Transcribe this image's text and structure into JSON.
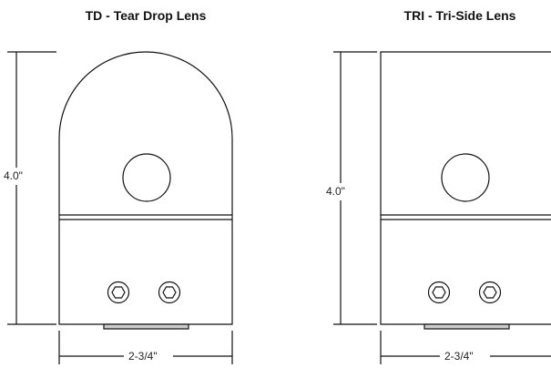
{
  "drawings": [
    {
      "title": "TD - Tear Drop Lens",
      "height_label": "4.0\"",
      "width_label": "2-3/4\""
    },
    {
      "title": "TRI - Tri-Side Lens",
      "height_label": "4.0\"",
      "width_label": "2-3/4\""
    }
  ],
  "colors": {
    "line": "#111111",
    "bar": "#cccccc"
  }
}
